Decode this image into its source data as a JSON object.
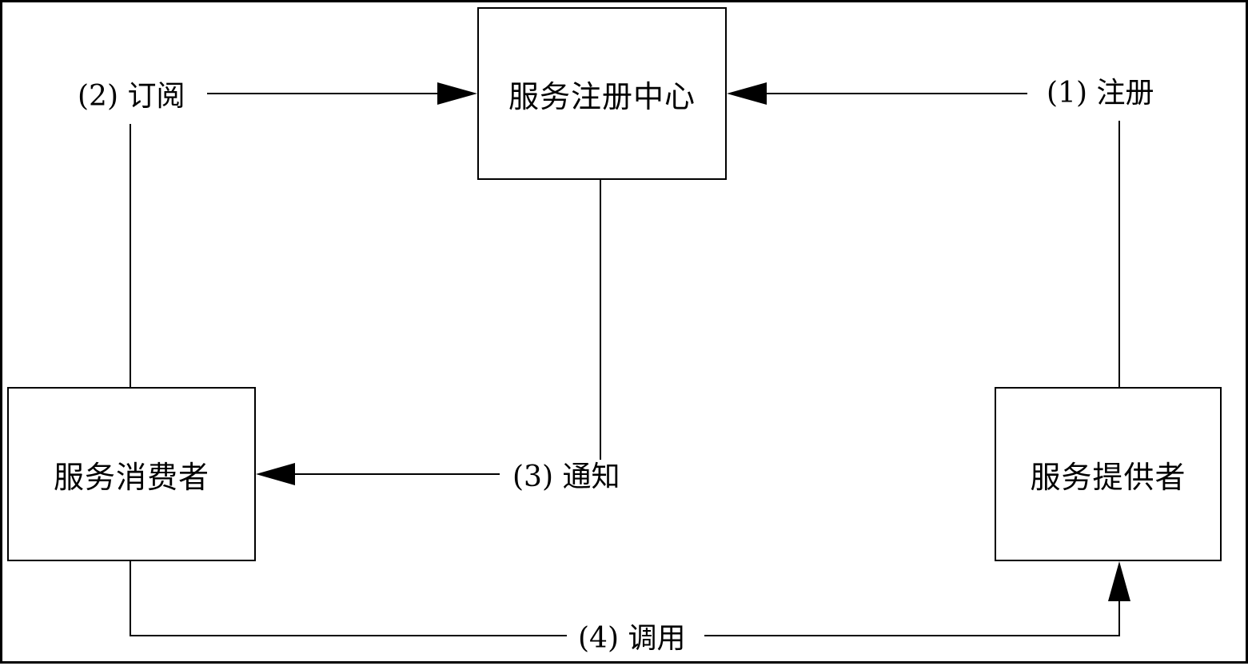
{
  "nodes": {
    "registry": "服务注册中心",
    "consumer": "服务消费者",
    "provider": "服务提供者"
  },
  "edges": {
    "register": "(1) 注册",
    "subscribe": "(2) 订阅",
    "notify": "(3) 通知",
    "invoke": "(4) 调用"
  }
}
